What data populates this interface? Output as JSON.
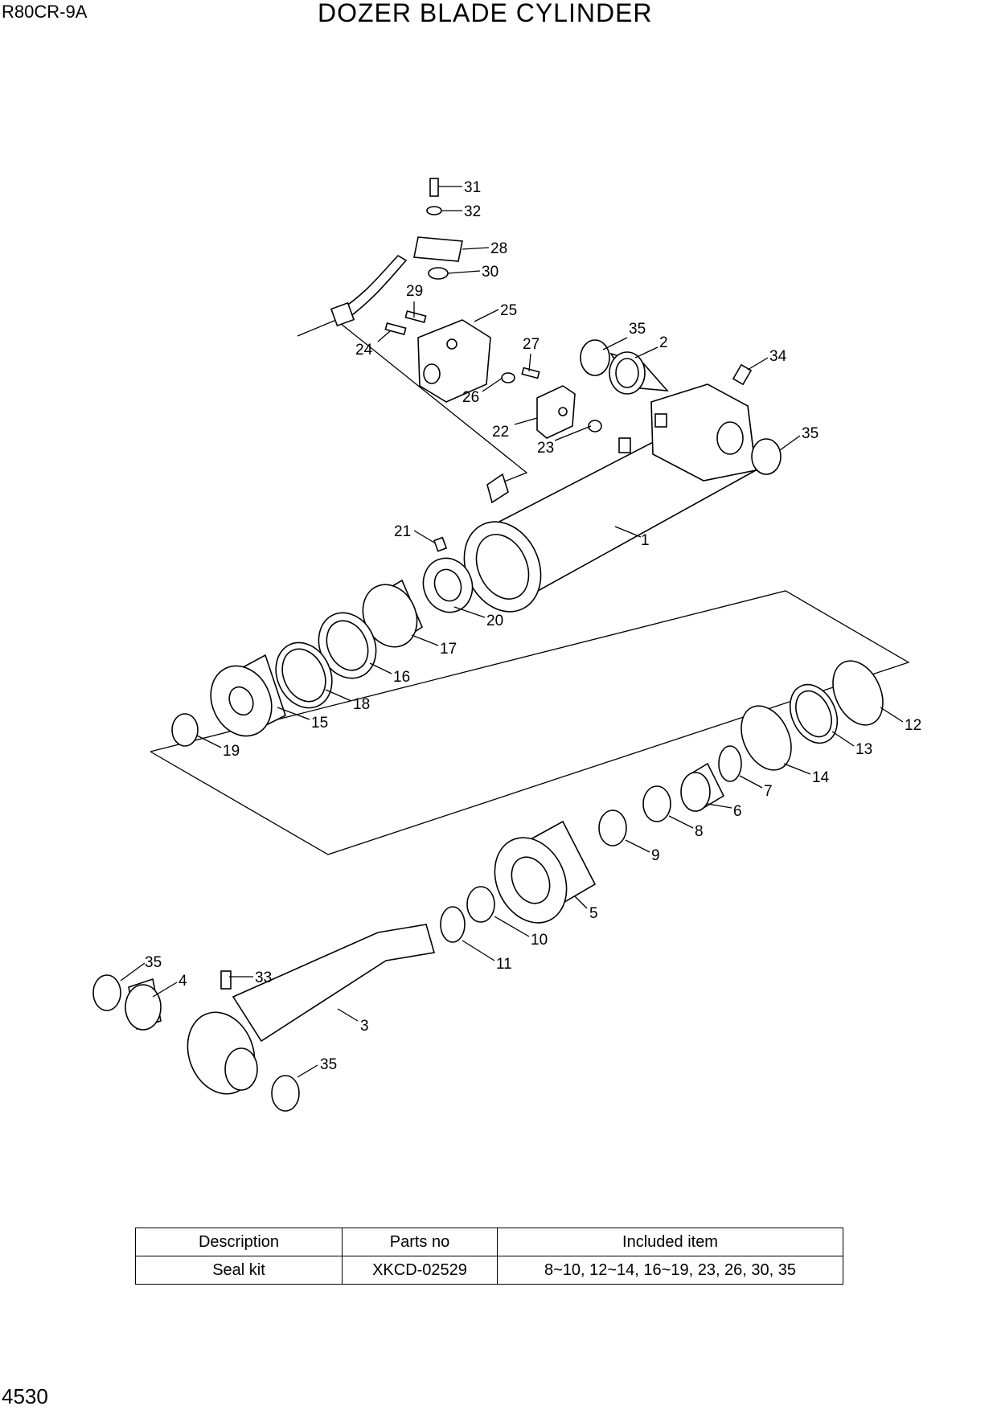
{
  "header": {
    "model": "R80CR-9A",
    "title": "DOZER BLADE CYLINDER"
  },
  "callouts": [
    "1",
    "2",
    "3",
    "4",
    "5",
    "6",
    "7",
    "8",
    "9",
    "10",
    "11",
    "12",
    "13",
    "14",
    "15",
    "16",
    "17",
    "18",
    "19",
    "20",
    "21",
    "22",
    "23",
    "24",
    "25",
    "26",
    "27",
    "28",
    "29",
    "30",
    "31",
    "32",
    "33",
    "34",
    "35"
  ],
  "seal_kit_table": {
    "headers": [
      "Description",
      "Parts no",
      "Included item"
    ],
    "rows": [
      [
        "Seal kit",
        "XKCD-02529",
        "8~10, 12~14, 16~19, 23, 26, 30, 35"
      ]
    ]
  },
  "footer": {
    "page_number": "4530"
  }
}
